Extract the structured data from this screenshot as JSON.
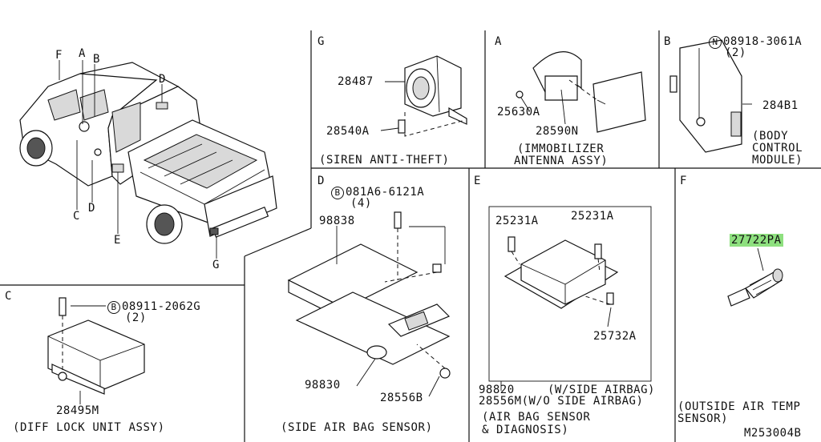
{
  "diagram_id": "M253004B",
  "sections": {
    "A": {
      "letter": "A",
      "caption_line1": "(IMMOBILIZER",
      "caption_line2": "ANTENNA ASSY)",
      "parts": [
        "25630A",
        "28590N"
      ]
    },
    "B": {
      "letter": "B",
      "bolt_ref": "N",
      "bolt_code": "08918-3061A",
      "bolt_qty": "(2)",
      "parts": [
        "284B1"
      ],
      "caption_line1": "(BODY",
      "caption_line2": "CONTROL",
      "caption_line3": "MODULE)"
    },
    "C": {
      "letter": "C",
      "bolt_ref": "B",
      "bolt_code": "08911-2062G",
      "bolt_qty": "(2)",
      "parts": [
        "28495M"
      ],
      "caption": "(DIFF LOCK UNIT ASSY)"
    },
    "D": {
      "letter": "D",
      "bolt_ref": "B",
      "bolt_code": "081A6-6121A",
      "bolt_qty": "(4)",
      "parts": [
        "98838",
        "98830",
        "28556B"
      ],
      "caption": "(SIDE AIR BAG SENSOR)"
    },
    "E": {
      "letter": "E",
      "parts": [
        "25231A",
        "25231A",
        "25732A"
      ],
      "part_98820": "98820",
      "part_98820_note": "(W/SIDE AIRBAG)",
      "part_28556M": "28556M",
      "part_28556M_note": "(W/O SIDE AIRBAG)",
      "caption_line1": "(AIR BAG SENSOR",
      "caption_line2": "& DIAGNOSIS)"
    },
    "F": {
      "letter": "F",
      "parts": [
        "27722PA"
      ],
      "highlight_color": "#8ee07f",
      "caption_line1": "(OUTSIDE AIR TEMP",
      "caption_line2": "SENSOR)"
    },
    "G": {
      "letter": "G",
      "parts": [
        "28487",
        "28540A"
      ],
      "caption": "(SIREN ANTI-THEFT)"
    }
  },
  "truck_callouts": {
    "F": "F",
    "A": "A",
    "B": "B",
    "D_top": "D",
    "C": "C",
    "D_bottom": "D",
    "E": "E",
    "G": "G"
  }
}
